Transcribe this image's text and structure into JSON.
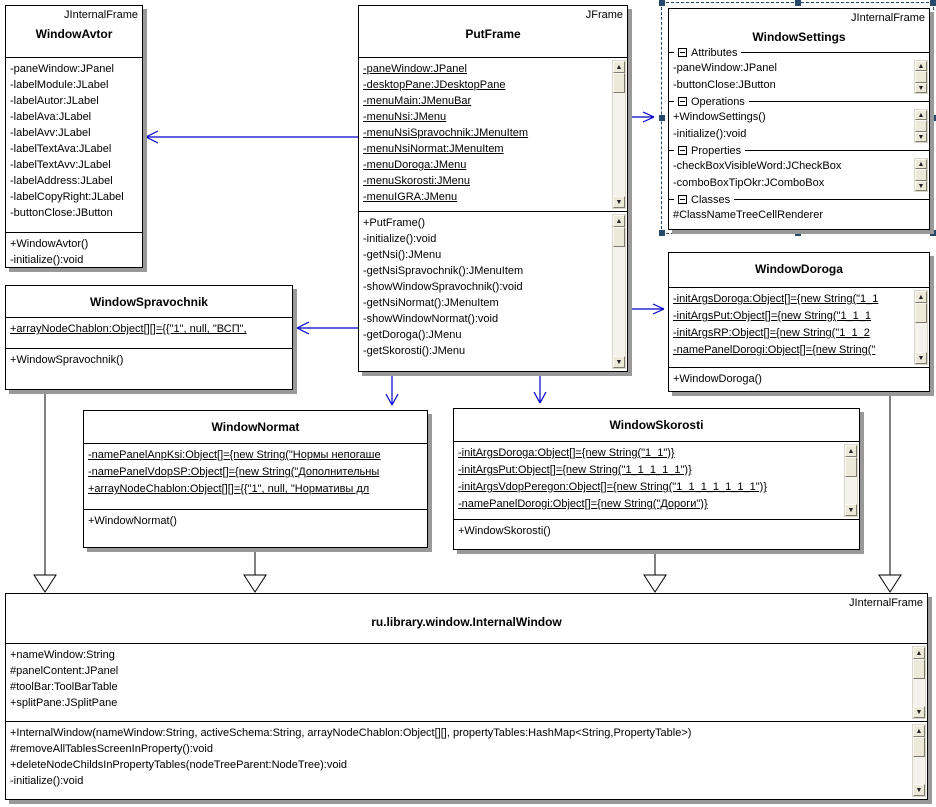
{
  "colors": {
    "dependency_arrow": "#0000cc",
    "generalization_line": "#000000",
    "box_border": "#000000",
    "box_shadow": "#999999",
    "selection": "#26486b",
    "scrollbar_face": "#ece9d8"
  },
  "icons": {
    "scroll_up": "▲",
    "scroll_down": "▼",
    "collapse": "−"
  },
  "classes": {
    "windowAvtor": {
      "stereotype": "JInternalFrame",
      "title": "WindowAvtor",
      "attributes": [
        "-paneWindow:JPanel",
        "-labelModule:JLabel",
        "-labelAutor:JLabel",
        "-labelAva:JLabel",
        "-labelAvv:JLabel",
        "-labelTextAva:JLabel",
        "-labelTextAvv:JLabel",
        "-labelAddress:JLabel",
        "-labelCopyRight:JLabel",
        "-buttonClose:JButton"
      ],
      "methods": [
        "+WindowAvtor()",
        "-initialize():void"
      ]
    },
    "putFrame": {
      "stereotype": "JFrame",
      "title": "PutFrame",
      "attributes": [
        "-paneWindow:JPanel",
        "-desktopPane:JDesktopPane",
        "-menuMain:JMenuBar",
        "-menuNsi:JMenu",
        "-menuNsiSpravochnik:JMenuItem",
        "-menuNsiNormat:JMenuItem",
        "-menuDoroga:JMenu",
        "-menuSkorosti:JMenu",
        "-menuIGRA:JMenu"
      ],
      "methods": [
        "+PutFrame()",
        "-initialize():void",
        "-getNsi():JMenu",
        "-getNsiSpravochnik():JMenuItem",
        "-showWindowSpravochnik():void",
        "-getNsiNormat():JMenuItem",
        "-showWindowNormat():void",
        "-getDoroga():JMenu",
        "-getSkorosti():JMenu"
      ]
    },
    "windowSettings": {
      "stereotype": "JInternalFrame",
      "title": "WindowSettings",
      "groups": [
        {
          "label": "Attributes",
          "items": [
            "-paneWindow:JPanel",
            "-buttonClose:JButton"
          ]
        },
        {
          "label": "Operations",
          "items": [
            "+WindowSettings()",
            "-initialize():void"
          ]
        },
        {
          "label": "Properties",
          "items": [
            "-checkBoxVisibleWord:JCheckBox",
            "-comboBoxTipOkr:JComboBox"
          ]
        },
        {
          "label": "Classes",
          "items": [
            "#ClassNameTreeCellRenderer"
          ]
        }
      ]
    },
    "windowDoroga": {
      "title": "WindowDoroga",
      "attributes": [
        "-initArgsDoroga:Object[]={new String(\"1_1",
        "-initArgsPut:Object[]={new String(\"1_1_1",
        "-initArgsRP:Object[]={new String(\"1_1_2",
        "-namePanelDorogi:Object[]={new String(\""
      ],
      "methods": [
        "+WindowDoroga()"
      ]
    },
    "windowSpravochnik": {
      "title": "WindowSpravochnik",
      "attributes": [
        "+arrayNodeChablon:Object[][]={{\"1\", null, \"ВСП\","
      ],
      "methods": [
        "+WindowSpravochnik()"
      ]
    },
    "windowNormat": {
      "title": "WindowNormat",
      "attributes": [
        "-namePanelAnpKsi:Object[]={new String(\"Нормы непогаше",
        "-namePanelVdopSP:Object[]={new String(\"Дополнительны",
        "+arrayNodeChablon:Object[][]={{\"1\", null, \"Нормативы дл"
      ],
      "methods": [
        "+WindowNormat()"
      ]
    },
    "windowSkorosti": {
      "title": "WindowSkorosti",
      "attributes": [
        "-initArgsDoroga:Object[]={new String(\"1_1\")}",
        "-initArgsPut:Object[]={new String(\"1_1_1_1_1\")}",
        "-initArgsVdopPeregon:Object[]={new String(\"1_1_1_1_1_1_1\")}",
        "-namePanelDorogi:Object[]={new String(\"Дороги\")}"
      ],
      "methods": [
        "+WindowSkorosti()"
      ]
    },
    "internalWindow": {
      "stereotype": "JInternalFrame",
      "title": "ru.library.window.InternalWindow",
      "attributes": [
        "+nameWindow:String",
        "#panelContent:JPanel",
        "#toolBar:ToolBarTable",
        "+splitPane:JSplitPane"
      ],
      "methods": [
        "+InternalWindow(nameWindow:String, activeSchema:String, arrayNodeChablon:Object[][], propertyTables:HashMap<String,PropertyTable>)",
        "#removeAllTablesScreenInProperty():void",
        "+deleteNodeChildsInPropertyTables(nodeTreeParent:NodeTree):void",
        "-initialize():void"
      ]
    }
  }
}
